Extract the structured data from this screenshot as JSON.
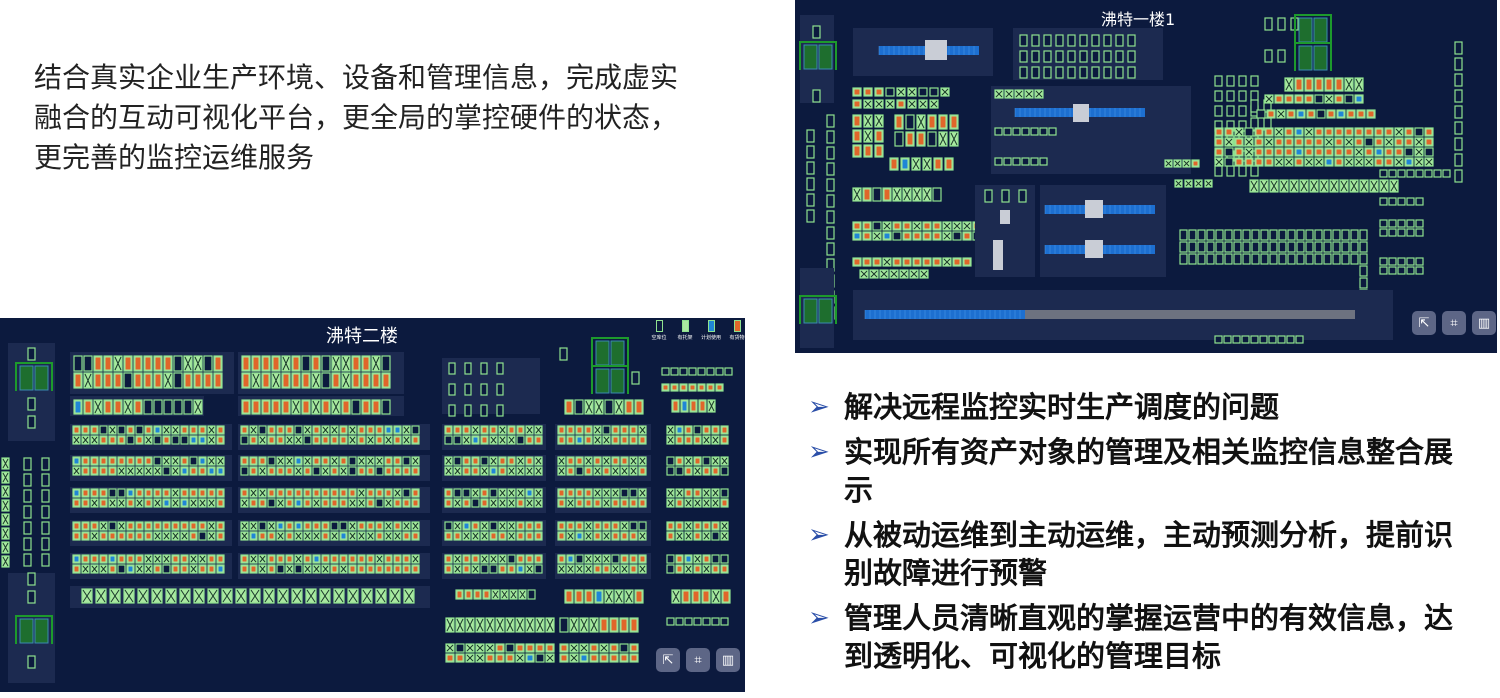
{
  "intro": "结合真实企业生产环境、设备和管理信息，完成虚实融合的互动可视化平台，更全局的掌控硬件的状态，更完善的监控运维服务",
  "map_left": {
    "title": "沸特二楼",
    "legend": [
      {
        "label": "空库位",
        "color": "#0c1a3e"
      },
      {
        "label": "有托架",
        "color": "#a9e8a0"
      },
      {
        "label": "计划使用",
        "color": "#1f86d6"
      },
      {
        "label": "有货物",
        "color": "#e0662a"
      }
    ]
  },
  "map_right": {
    "title": "沸特一楼1"
  },
  "toolbar": [
    {
      "icon": "share-icon",
      "glyph": "⇱"
    },
    {
      "icon": "layout-icon",
      "glyph": "⌗"
    },
    {
      "icon": "bar-chart-icon",
      "glyph": "▥"
    }
  ],
  "colors": {
    "bg": "#0c1a3e",
    "panel": "#1c2a50",
    "border": "#8fe28f",
    "pallet": "#a9e8a0",
    "planned": "#1f86d6",
    "cargo": "#e0662a",
    "elevator": "#1e6e2e",
    "conveyor": "#1d6fd0"
  },
  "bullets": [
    "解决远程监控实时生产调度的问题",
    "实现所有资产对象的管理及相关监控信息整合展示",
    "从被动运维到主动运维，主动预测分析，提前识别故障进行预警",
    "管理人员清晰直观的掌握运营中的有效信息，达到透明化、可视化的管理目标"
  ]
}
